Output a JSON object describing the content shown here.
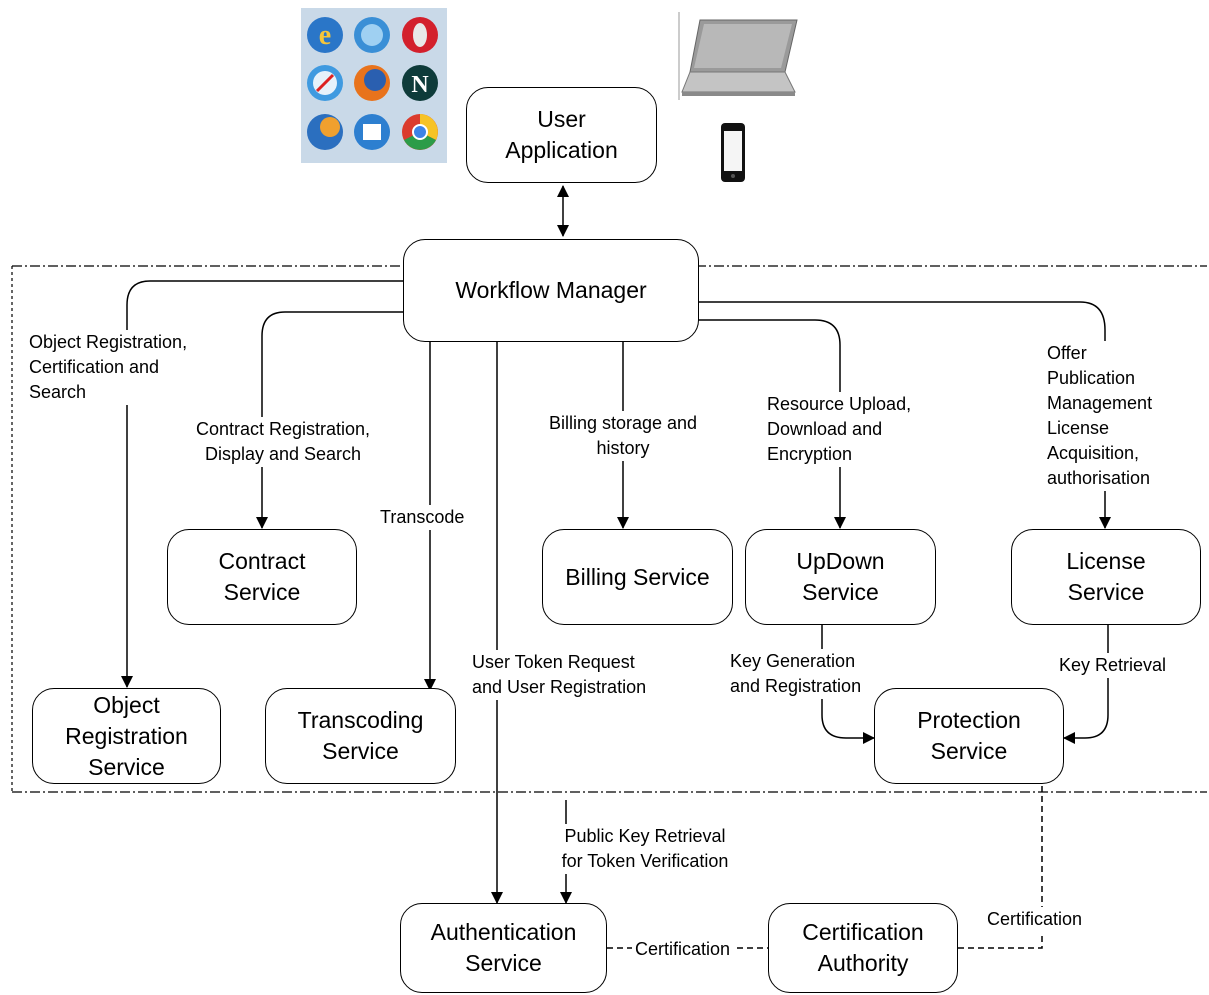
{
  "nodes": {
    "user_application": "User\nApplication",
    "workflow_manager": "Workflow Manager",
    "contract_service": "Contract\nService",
    "billing_service": "Billing Service",
    "updown_service": "UpDown\nService",
    "license_service": "License\nService",
    "object_registration_service": "Object\nRegistration\nService",
    "transcoding_service": "Transcoding\nService",
    "protection_service": "Protection\nService",
    "authentication_service": "Authentication\nService",
    "certification_authority": "Certification\nAuthority"
  },
  "edge_labels": {
    "object_registration": "Object Registration,\nCertification and\nSearch",
    "contract_registration": "Contract Registration,\nDisplay and Search",
    "transcode": "Transcode",
    "user_token": "User Token Request\nand User Registration",
    "billing": "Billing storage and\nhistory",
    "resource_upload": "Resource Upload,\nDownload and\nEncryption",
    "offer_publication": "Offer\nPublication\nManagement\nLicense\nAcquisition,\nauthorisation",
    "key_generation": "Key Generation\nand Registration",
    "key_retrieval": "Key Retrieval",
    "public_key_retrieval": "Public Key Retrieval\nfor Token Verification",
    "certification_between": "Certification",
    "certification_right": "Certification"
  },
  "icons": [
    "web-browsers-icon",
    "laptop-icon",
    "smartphone-icon"
  ],
  "colors": {
    "line": "#000000",
    "box_fill": "#ffffff"
  }
}
